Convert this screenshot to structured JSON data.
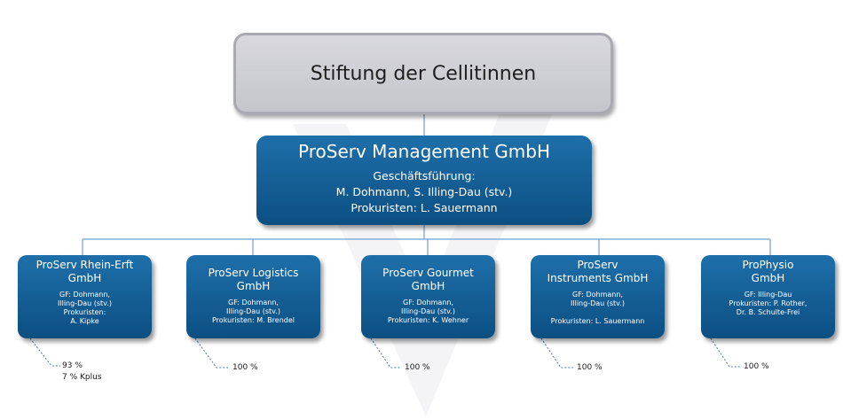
{
  "root": {
    "title": "Stiftung der Cellitinnen"
  },
  "management": {
    "title": "ProServ Management GmbH",
    "line1": "Geschäftsführung:",
    "line2": "M. Dohmann, S. Illing-Dau (stv.)",
    "line3": "Prokuristen: L. Sauermann"
  },
  "subsidiaries": [
    {
      "name": "ProServ Rhein-Erft\nGmbH",
      "details": "GF: Dohmann,\nIlling-Dau (stv.)\nProkuristen:\nA. Kipke",
      "share": "93 %\n7 % Kplus"
    },
    {
      "name": "ProServ Logistics\nGmbH",
      "details": "GF: Dohmann,\nIlling-Dau (stv.)\nProkuristen: M. Brendel",
      "share": "100 %"
    },
    {
      "name": "ProServ Gourmet\nGmbH",
      "details": "GF: Dohmann,\nIlling-Dau (stv.)\nProkuristen: K. Wehner",
      "share": "100 %"
    },
    {
      "name": "ProServ\nInstruments GmbH",
      "details": "GF: Dohmann,\nIlling-Dau (stv.)\n\nProkuristen: L. Sauermann",
      "share": "100 %"
    },
    {
      "name": "ProPhysio\nGmbH",
      "details": "GF: Illing-Dau\nProkuristen: P. Rother,\nDr. B. Schulte-Frei",
      "share": "100 %"
    }
  ],
  "colors": {
    "box_blue": "#14609a",
    "root_gray": "#cfcfd5",
    "connector": "#6f9fd0"
  }
}
